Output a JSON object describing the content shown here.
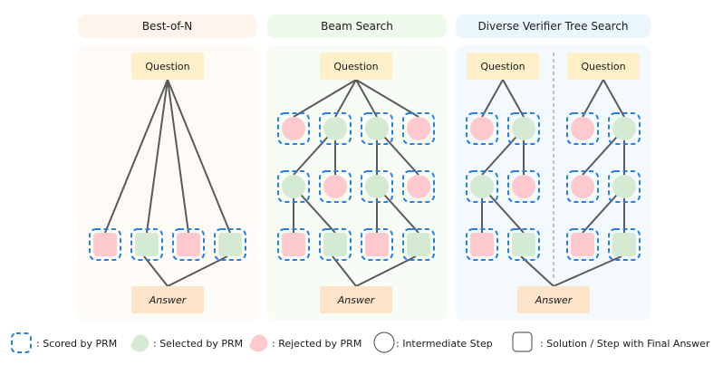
{
  "colors": {
    "selected": "#d5ead3",
    "rejected": "#fdc9cc",
    "question": "#fdefc8",
    "answer": "#fde3c8",
    "scored_border": "#2a7de1",
    "edge": "#5a5a5a"
  },
  "panels": [
    {
      "id": "best-of-n",
      "title": "Best-of-N",
      "header_bg": "#fdf5ec",
      "body_bg": "#fefaf5",
      "question_label": "Question",
      "answer_label": "Answer",
      "levels": [
        [
          {
            "shape": "square",
            "status": "rejected",
            "scored": true,
            "parent": "question"
          },
          {
            "shape": "square",
            "status": "selected",
            "scored": true,
            "parent": "question",
            "to_answer": true
          },
          {
            "shape": "square",
            "status": "rejected",
            "scored": true,
            "parent": "question"
          },
          {
            "shape": "square",
            "status": "selected",
            "scored": true,
            "parent": "question",
            "to_answer": true
          }
        ]
      ]
    },
    {
      "id": "beam-search",
      "title": "Beam Search",
      "header_bg": "#effbea",
      "body_bg": "#f7fdf4",
      "question_label": "Question",
      "answer_label": "Answer",
      "levels": [
        [
          {
            "shape": "circle",
            "status": "rejected",
            "scored": true,
            "parent": "question"
          },
          {
            "shape": "circle",
            "status": "selected",
            "scored": true,
            "parent": "question"
          },
          {
            "shape": "circle",
            "status": "selected",
            "scored": true,
            "parent": "question"
          },
          {
            "shape": "circle",
            "status": "rejected",
            "scored": true,
            "parent": "question"
          }
        ],
        [
          {
            "shape": "circle",
            "status": "selected",
            "scored": true,
            "parent": 1
          },
          {
            "shape": "circle",
            "status": "rejected",
            "scored": true,
            "parent": 1
          },
          {
            "shape": "circle",
            "status": "selected",
            "scored": true,
            "parent": 2
          },
          {
            "shape": "circle",
            "status": "rejected",
            "scored": true,
            "parent": 2
          }
        ],
        [
          {
            "shape": "square",
            "status": "rejected",
            "scored": true,
            "parent": 0
          },
          {
            "shape": "square",
            "status": "selected",
            "scored": true,
            "parent": 0,
            "to_answer": true
          },
          {
            "shape": "square",
            "status": "rejected",
            "scored": true,
            "parent": 2
          },
          {
            "shape": "square",
            "status": "selected",
            "scored": true,
            "parent": 2,
            "to_answer": true
          }
        ]
      ]
    },
    {
      "id": "diverse-verifier-tree-search",
      "title": "Diverse Verifier Tree Search",
      "header_bg": "#eaf8fd",
      "body_bg": "#f3f9fd",
      "question_label": "Question",
      "answer_label": "Answer",
      "subtrees": [
        {
          "levels": [
            [
              {
                "shape": "circle",
                "status": "rejected",
                "scored": true,
                "parent": "question"
              },
              {
                "shape": "circle",
                "status": "selected",
                "scored": true,
                "parent": "question"
              }
            ],
            [
              {
                "shape": "circle",
                "status": "selected",
                "scored": true,
                "parent": 1
              },
              {
                "shape": "circle",
                "status": "rejected",
                "scored": true,
                "parent": 1
              }
            ],
            [
              {
                "shape": "square",
                "status": "rejected",
                "scored": true,
                "parent": 0
              },
              {
                "shape": "square",
                "status": "selected",
                "scored": true,
                "parent": 0,
                "to_answer": true
              }
            ]
          ]
        },
        {
          "levels": [
            [
              {
                "shape": "circle",
                "status": "rejected",
                "scored": true,
                "parent": "question"
              },
              {
                "shape": "circle",
                "status": "selected",
                "scored": true,
                "parent": "question"
              }
            ],
            [
              {
                "shape": "circle",
                "status": "rejected",
                "scored": true,
                "parent": 1
              },
              {
                "shape": "circle",
                "status": "selected",
                "scored": true,
                "parent": 1
              }
            ],
            [
              {
                "shape": "square",
                "status": "rejected",
                "scored": true,
                "parent": 1
              },
              {
                "shape": "square",
                "status": "selected",
                "scored": true,
                "parent": 1,
                "to_answer": true
              }
            ]
          ]
        }
      ]
    }
  ],
  "legend": [
    {
      "icon": "scored-by-prm-icon",
      "label": ": Scored by PRM"
    },
    {
      "icon": "selected-by-prm-icon",
      "label": ": Selected by PRM"
    },
    {
      "icon": "rejected-by-prm-icon",
      "label": ": Rejected by PRM"
    },
    {
      "icon": "intermediate-step-icon",
      "label": ": Intermediate Step"
    },
    {
      "icon": "solution-step-icon",
      "label": ": Solution / Step with Final Answer"
    }
  ]
}
